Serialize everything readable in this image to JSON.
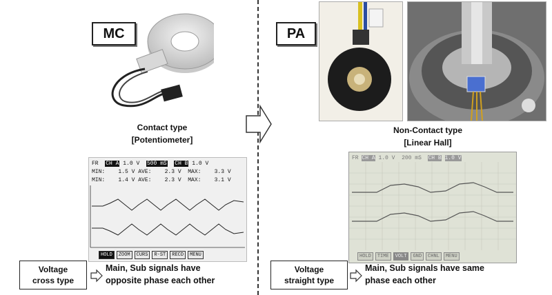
{
  "left": {
    "tag": "MC",
    "caption_line1": "Contact type",
    "caption_line2": "[Potentiometer]",
    "scope": {
      "row1": [
        "FR",
        "CH A",
        "1.0 V",
        "500 mS",
        "CH B",
        "1.0 V"
      ],
      "row2": "MIN:    1.5 V AVE:    2.3 V  MAX:    3.3 V",
      "row3": "MIN:    1.4 V AVE:    2.3 V  MAX:    3.1 V",
      "buttons": [
        "HOLD",
        "ZOOM",
        "CURS",
        "R-ST",
        "RECD",
        "MENU"
      ]
    },
    "box_line1": "Voltage",
    "box_line2": "cross type",
    "desc_line1": "Main, Sub signals have",
    "desc_line2": "opposite phase each other"
  },
  "right": {
    "tag": "PA",
    "caption_line1": "Non-Contact type",
    "caption_line2": "[Linear Hall]",
    "scope": {
      "row1": [
        "FR",
        "CH A",
        "1.0 V",
        "200 mS",
        "CH B",
        "1.0 V"
      ],
      "buttons": [
        "HOLD",
        "TIME",
        "VOLT",
        "GND",
        "CHNL",
        "MENU"
      ]
    },
    "box_line1": "Voltage",
    "box_line2": "straight type",
    "desc_line1": "Main, Sub signals have same",
    "desc_line2": "phase each other"
  }
}
